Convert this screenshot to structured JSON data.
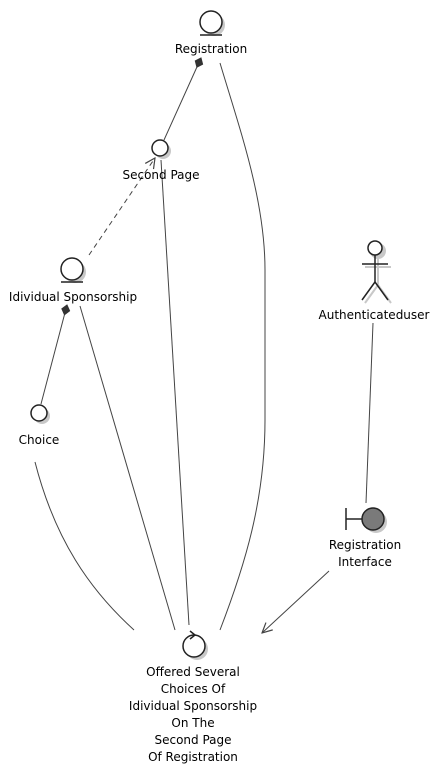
{
  "nodes": {
    "registration": {
      "label": "Registration"
    },
    "second_page": {
      "label": "Second Page"
    },
    "individual_sponsorship": {
      "label": "Idividual Sponsorship"
    },
    "choice": {
      "label": "Choice"
    },
    "authenticated_user": {
      "label": "Authenticateduser"
    },
    "registration_interface": {
      "label_lines": [
        "Registration",
        "Interface"
      ]
    },
    "offered_choices": {
      "label_lines": [
        "Offered Several",
        "Choices Of",
        "Idividual Sponsorship",
        "On The",
        "Second Page",
        "Of Registration"
      ]
    }
  },
  "colors": {
    "shape_fill": "#ffffff",
    "boundary_fill": "#7a7a7a",
    "stroke": "#222222",
    "shadow": "#c8c8c8",
    "edge": "#444444"
  }
}
